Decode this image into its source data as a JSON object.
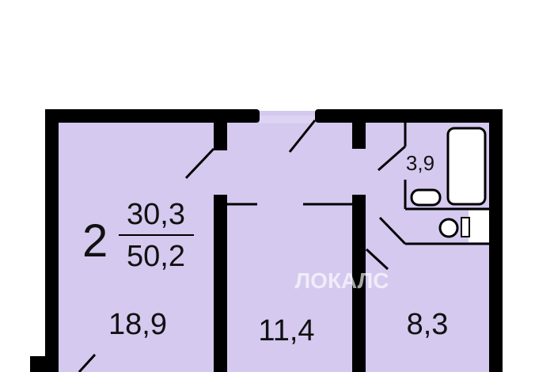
{
  "plan": {
    "rooms_count": "2",
    "living_area": "30,3",
    "total_area": "50,2",
    "rooms": [
      {
        "name": "room-large",
        "area": "18,9"
      },
      {
        "name": "room-small",
        "area": "11,4"
      },
      {
        "name": "kitchen",
        "area": "8,3"
      },
      {
        "name": "bathroom",
        "area": "3,9"
      }
    ],
    "watermark": "ЛОКАЛС"
  },
  "colors": {
    "fill": "#d5c9ef",
    "wall": "#000000"
  }
}
